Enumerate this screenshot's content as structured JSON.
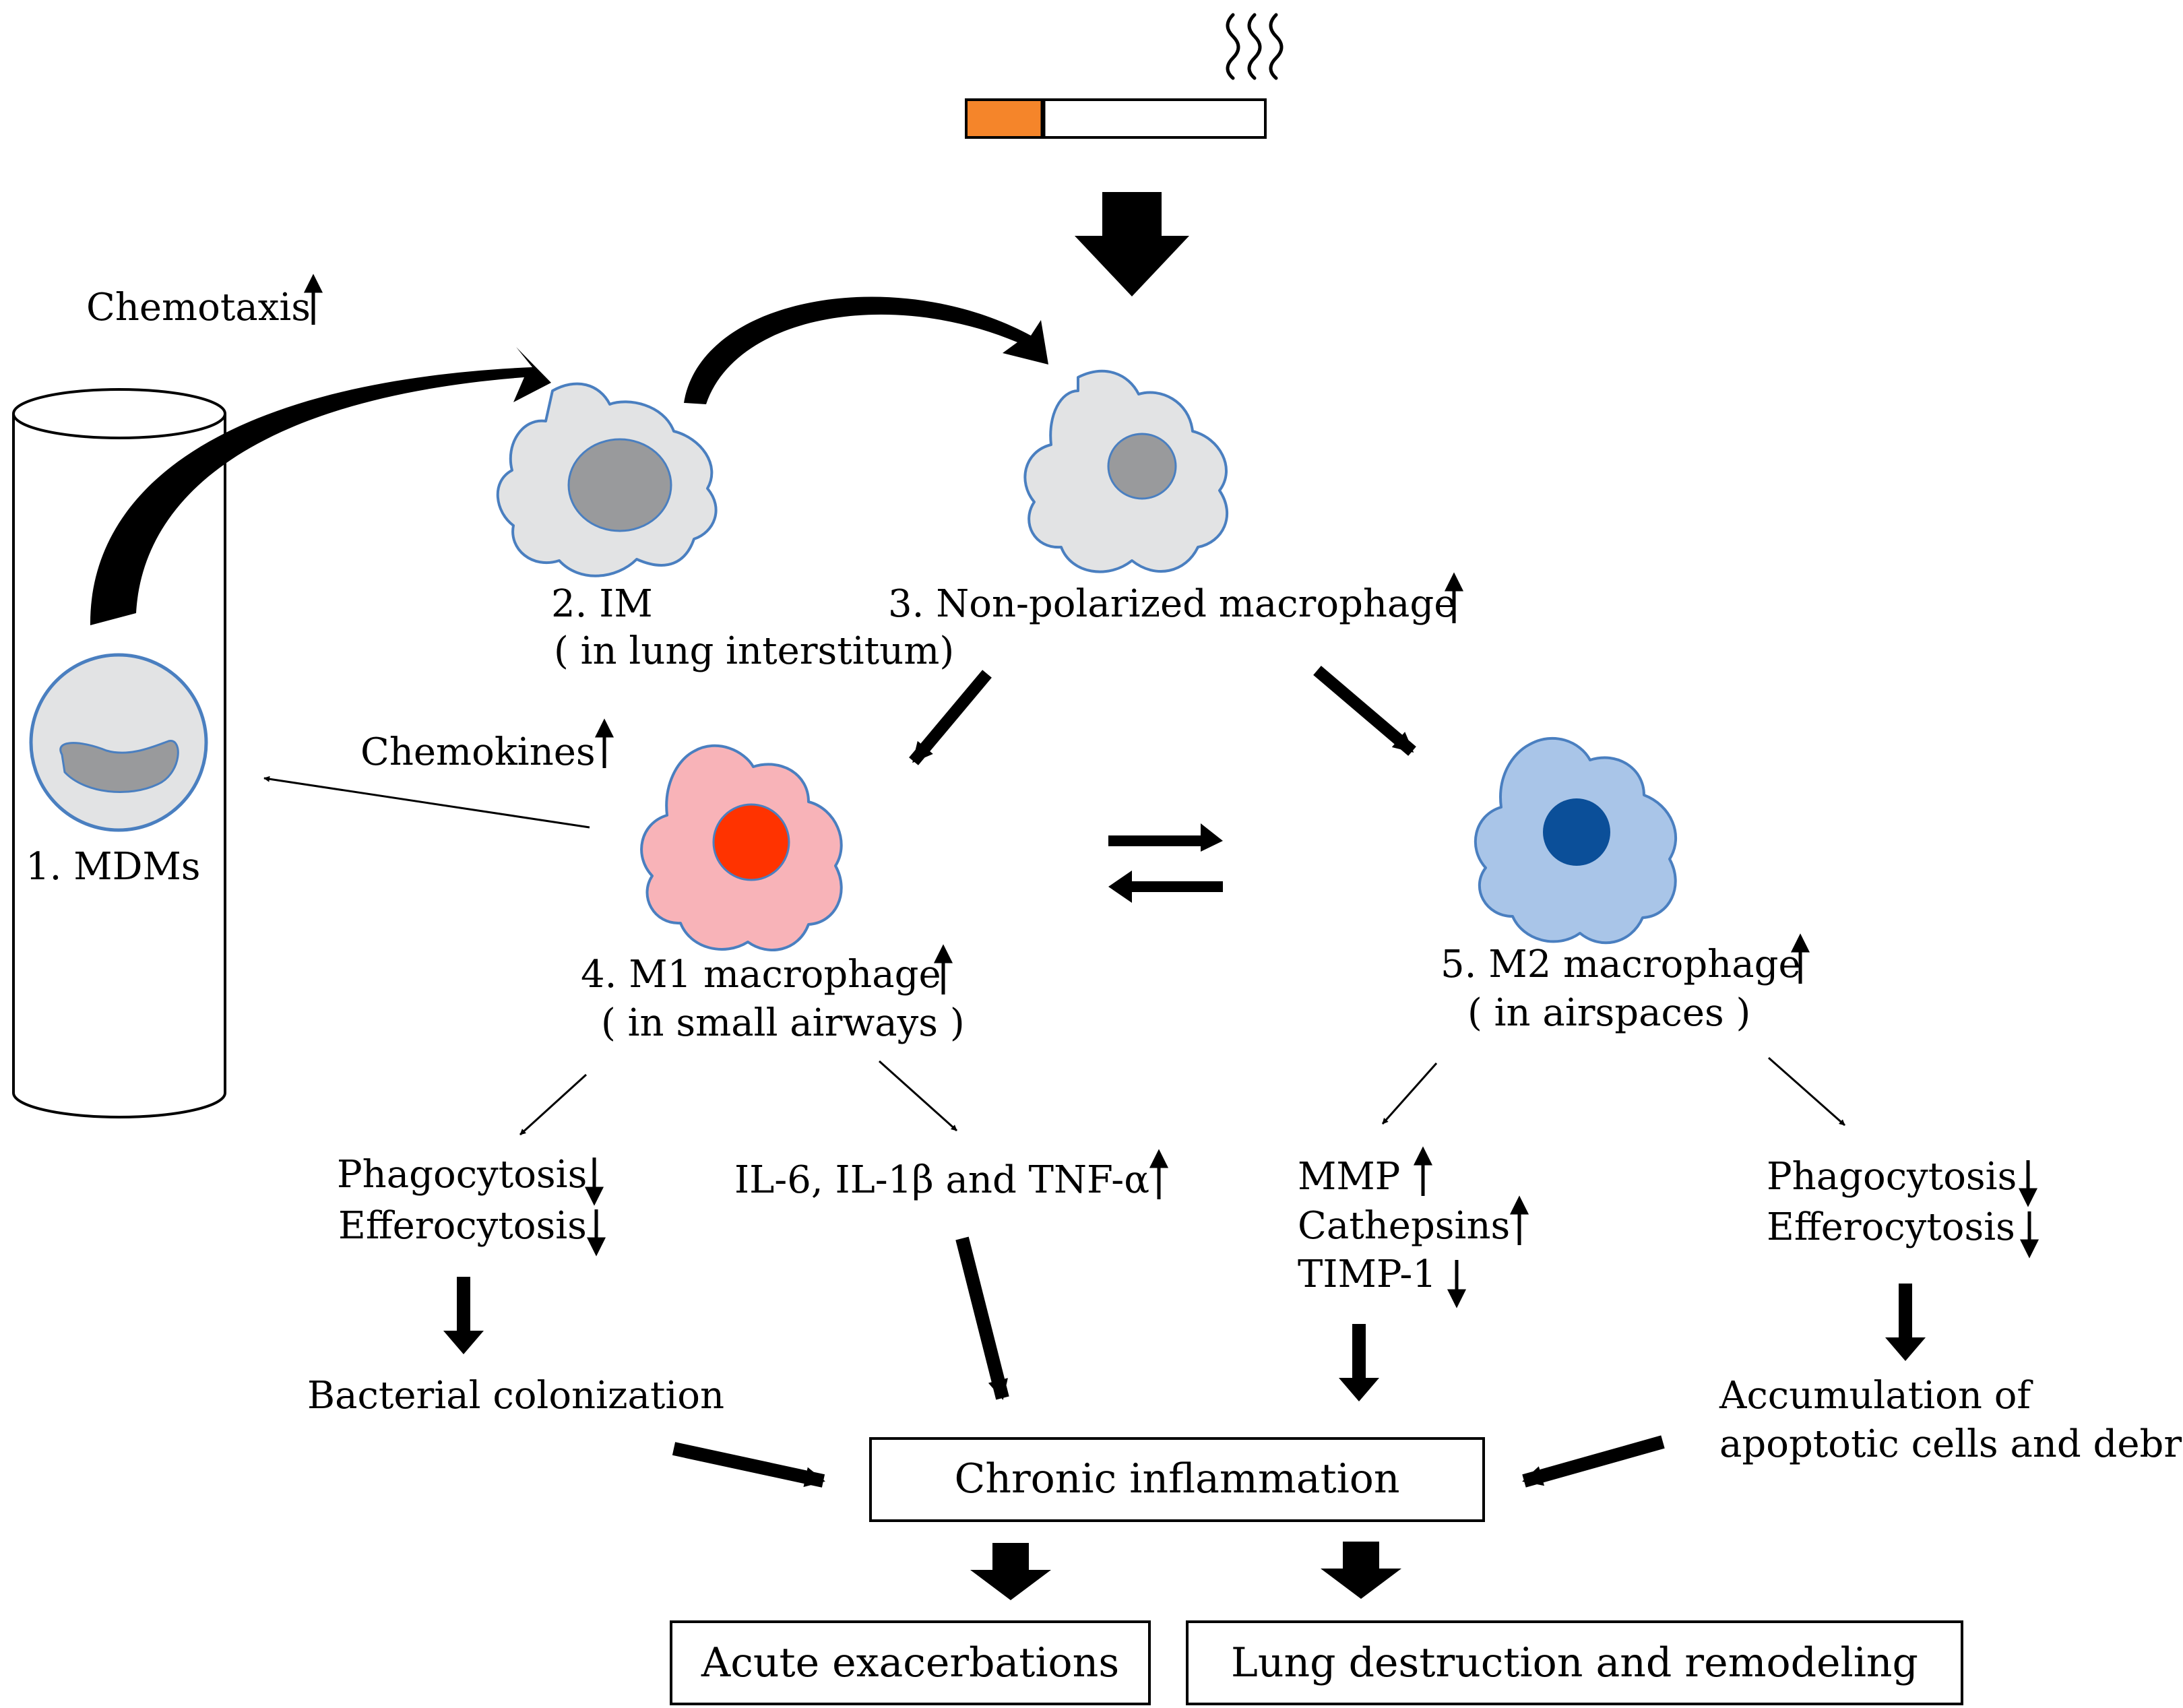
{
  "labels": {
    "chemotaxis": "Chemotaxis",
    "mdms": "1. MDMs",
    "im": "2. IM",
    "im_location": "( in lung interstitum)",
    "nonpolarized": "3. Non-polarized macrophage",
    "chemokines": "Chemokines",
    "m1": "4. M1 macrophage",
    "m1_location": "( in small airways )",
    "m2": "5. M2 macrophage",
    "m2_location": "( in airspaces )",
    "m1_phago": "Phagocytosis",
    "m1_effero": "Efferocytosis",
    "cytokines": "IL-6, IL-1β and TNF-α",
    "mmp": "MMP",
    "cathepsins": "Cathepsins",
    "timp": "TIMP-1",
    "m2_phago": "Phagocytosis",
    "m2_effero": "Efferocytosis",
    "bacterial": "Bacterial colonization",
    "accumulation_1": "Accumulation of",
    "accumulation_2": "apoptotic cells and debris"
  },
  "boxes": {
    "chronic": "Chronic  inflammation",
    "acute": "Acute  exacerbations",
    "lung": "Lung destruction  and remodeling"
  },
  "colors": {
    "cigarette_tip": "#f5852a",
    "resting_cell": "#e2e3e4",
    "resting_nucleus": "#999a9c",
    "m1_cell": "#f8b3b8",
    "m1_nucleus": "#ff3300",
    "m2_cell": "#a9c5e8",
    "m2_nucleus": "#0b4f99",
    "cell_outline": "#4a7fc0"
  },
  "icons": [
    "cigarette-icon",
    "smoke-icon",
    "blood-vessel-icon",
    "cell-icon",
    "up-arrow-icon",
    "down-arrow-icon",
    "equilibrium-arrows-icon"
  ]
}
